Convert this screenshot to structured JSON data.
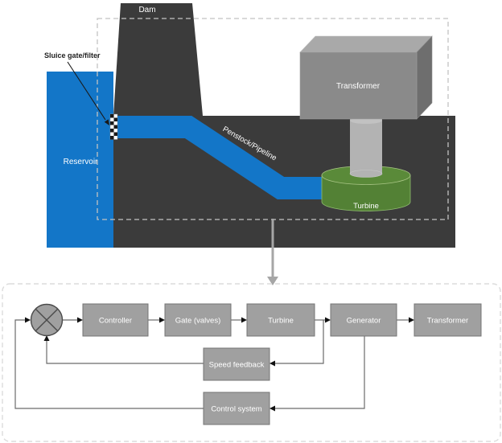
{
  "figure": {
    "top_diagram": {
      "dam_label": "Dam",
      "sluice_gate_label": "Sluice gate/filter",
      "reservoir_label": "Reservoir",
      "penstock_label": "Penstock/Pipeline",
      "transformer_label": "Transformer",
      "turbine_label": "Turbine"
    },
    "bottom_diagram": {
      "summing_junction_icon": "circle-x-junction",
      "blocks": [
        {
          "id": "controller",
          "label": "Controller"
        },
        {
          "id": "gate-valves",
          "label": "Gate (valves)"
        },
        {
          "id": "turbine",
          "label": "Turbine"
        },
        {
          "id": "generator",
          "label": "Generator"
        },
        {
          "id": "transformer",
          "label": "Transformer"
        },
        {
          "id": "speed-feedback",
          "label": "Speed feedback"
        },
        {
          "id": "control-system",
          "label": "Control system"
        }
      ]
    },
    "colors": {
      "water_blue": "#1376C8",
      "structure_dark": "#3B3B3B",
      "turbine_green": "#538135",
      "transformer_front_gray": "#8A8A8A",
      "transformer_top_gray": "#A9A9A9",
      "transformer_side_gray": "#6E6E6E",
      "shaft_gray": "#B3B3B3",
      "block_fill_gray": "#A0A0A0",
      "block_border_gray": "#757575",
      "connector_gray": "#6B6B6B",
      "dashed_border_light": "#C2C2C2",
      "dashed_border_lighter": "#DCDCDC",
      "big_arrow_gray": "#A6A6A6"
    }
  }
}
